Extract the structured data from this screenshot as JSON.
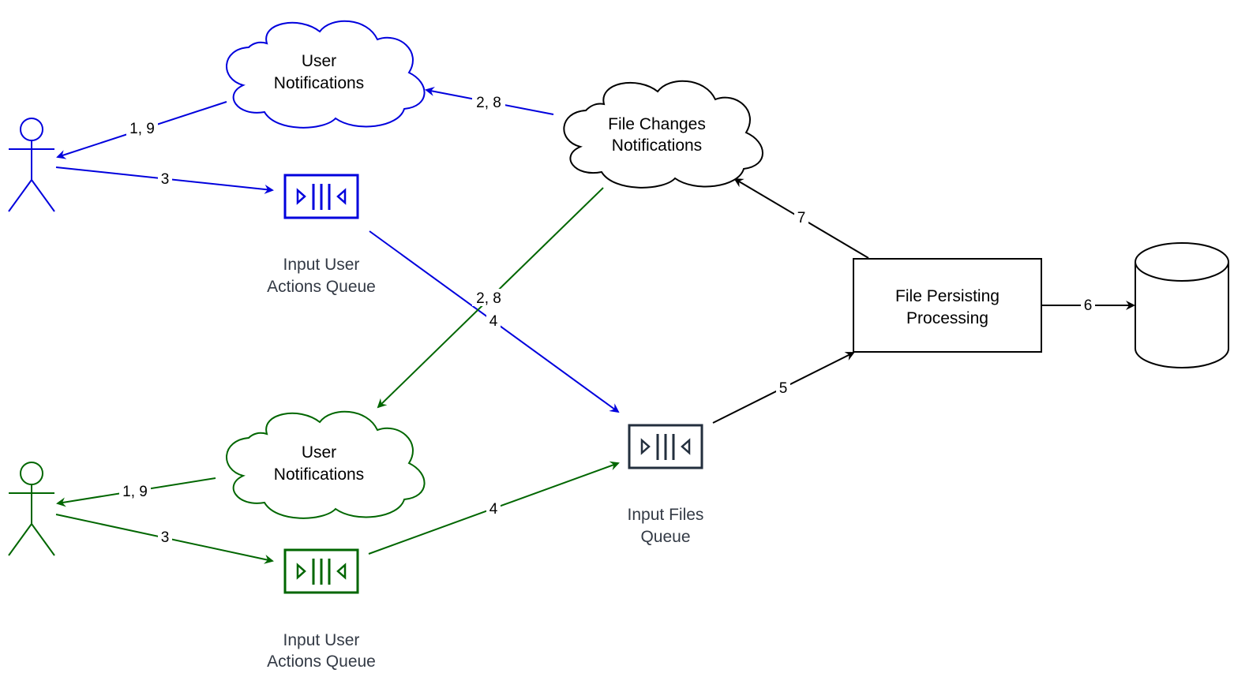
{
  "colors": {
    "blue": "#0000dd",
    "green": "#006600",
    "black": "#000000",
    "queue_dark": "#232f3e",
    "label_gray": "#333a45"
  },
  "nodes": {
    "user_notifications_top": {
      "line1": "User",
      "line2": "Notifications"
    },
    "file_changes_notifications": {
      "line1": "File Changes",
      "line2": "Notifications"
    },
    "input_user_actions_queue_top": {
      "line1": "Input User",
      "line2": "Actions Queue"
    },
    "file_persisting_processing": {
      "line1": "File Persisting",
      "line2": "Processing"
    },
    "user_notifications_bottom": {
      "line1": "User",
      "line2": "Notifications"
    },
    "input_files_queue": {
      "line1": "Input Files",
      "line2": "Queue"
    },
    "input_user_actions_queue_bottom": {
      "line1": "Input User",
      "line2": "Actions Queue"
    },
    "user_top": {
      "icon": "actor-icon"
    },
    "user_bottom": {
      "icon": "actor-icon"
    },
    "database": {
      "icon": "database-cylinder-icon"
    }
  },
  "edges": {
    "notif_to_user_top": "1, 9",
    "user_to_queue_top": "3",
    "file_changes_to_notif_top": "2, 8",
    "file_changes_to_notif_bottom": "2, 8",
    "queue_top_to_files_queue": "4",
    "files_queue_to_persisting": "5",
    "persisting_to_db": "6",
    "persisting_to_file_changes": "7",
    "notif_to_user_bottom": "1, 9",
    "user_to_queue_bottom": "3",
    "queue_bottom_to_files_queue": "4"
  }
}
